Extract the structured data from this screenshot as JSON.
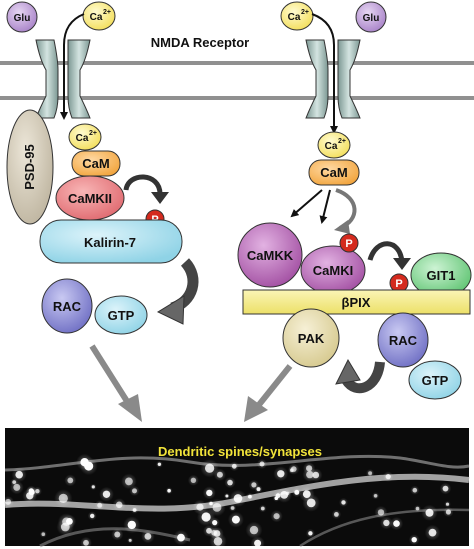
{
  "receptor": {
    "title": "NMDA Receptor",
    "glu": "Glu",
    "ca": "Ca",
    "ca_charge": "2+"
  },
  "left_pathway": {
    "psd95": "PSD-95",
    "ca": "Ca",
    "ca_charge": "2+",
    "cam": "CaM",
    "camkii": "CaMKII",
    "phospho": "P",
    "kalirin": "Kalirin-7",
    "rac": "RAC",
    "gtp": "GTP"
  },
  "right_pathway": {
    "ca": "Ca",
    "ca_charge": "2+",
    "cam": "CaM",
    "camkk": "CaMKK",
    "camki": "CaMKI",
    "phospho_camki": "P",
    "phospho_bpix": "P",
    "git1": "GIT1",
    "bpix": "βPIX",
    "pak": "PAK",
    "rac": "RAC",
    "gtp": "GTP"
  },
  "micrograph": {
    "caption": "Dendritic spines/synapses"
  },
  "colors": {
    "glu": "#a882c8",
    "calcium": "#f3de5a",
    "cam": "#f2a640",
    "camkii": "#e06a70",
    "kalirin": "#8fd3e6",
    "rac": "#6f6fc4",
    "gtp": "#8fd3e6",
    "camkk": "#a24fa2",
    "camki": "#a24fa2",
    "git1": "#5fc472",
    "bpix": "#f5ec76",
    "pak": "#d6c98e",
    "psd95": "#cbc2ad",
    "phospho": "#d42a1e",
    "channel": "#9fb9b5",
    "membrane": "#909090",
    "caption": "#f2e43a"
  }
}
